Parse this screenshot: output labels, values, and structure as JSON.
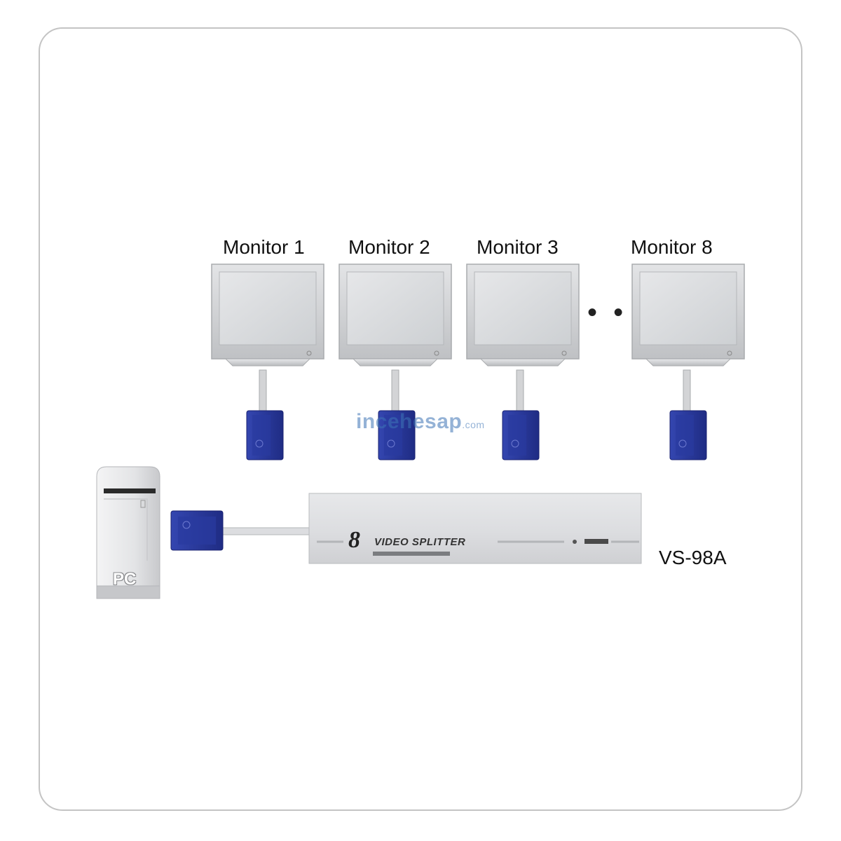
{
  "monitors": [
    {
      "label": "Monitor 1"
    },
    {
      "label": "Monitor 2"
    },
    {
      "label": "Monitor 3"
    },
    {
      "label": "Monitor 8"
    }
  ],
  "ellipsis": "• • •",
  "watermark": {
    "text": "incehesap",
    "suffix": ".com"
  },
  "splitter": {
    "brand_mark": "8",
    "name": "VIDEO SPLITTER",
    "model_label": "VS-98A"
  },
  "pc": {
    "label": "PC"
  },
  "colors": {
    "connector_blue": "#2b3a9b",
    "device_gray": "#e2e3e6",
    "monitor_frame": "#cfd1d4",
    "monitor_screen": "#d9dadd"
  }
}
